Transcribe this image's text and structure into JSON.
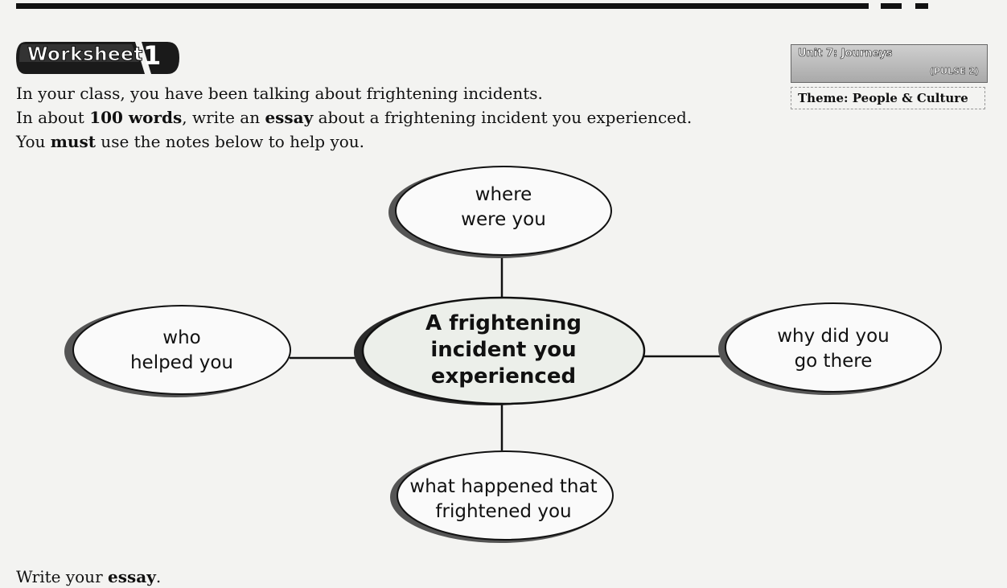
{
  "header": {
    "worksheet_label": "Worksheet",
    "worksheet_number": "1",
    "unit_title": "Unit 7: Journeys",
    "unit_series": "(PULSE 2)",
    "theme": "Theme: People & Culture"
  },
  "instructions": {
    "line1": "In your class, you have been talking about frightening incidents.",
    "line2_a": "In about ",
    "line2_b": "100 words",
    "line2_c": ", write an ",
    "line2_d": "essay",
    "line2_e": " about a frightening incident you experienced.",
    "line3_a": "You ",
    "line3_b": "must",
    "line3_c": " use the notes below to help you."
  },
  "mindmap": {
    "center": [
      "A frightening",
      "incident you",
      "experienced"
    ],
    "top": [
      "where",
      "were you"
    ],
    "left": [
      "who",
      "helped you"
    ],
    "right": [
      "why did you",
      "go there"
    ],
    "bottom": [
      "what happened that",
      "frightened you"
    ]
  },
  "footer": {
    "prefix": "Write your ",
    "bold": "essay",
    "suffix": "."
  }
}
